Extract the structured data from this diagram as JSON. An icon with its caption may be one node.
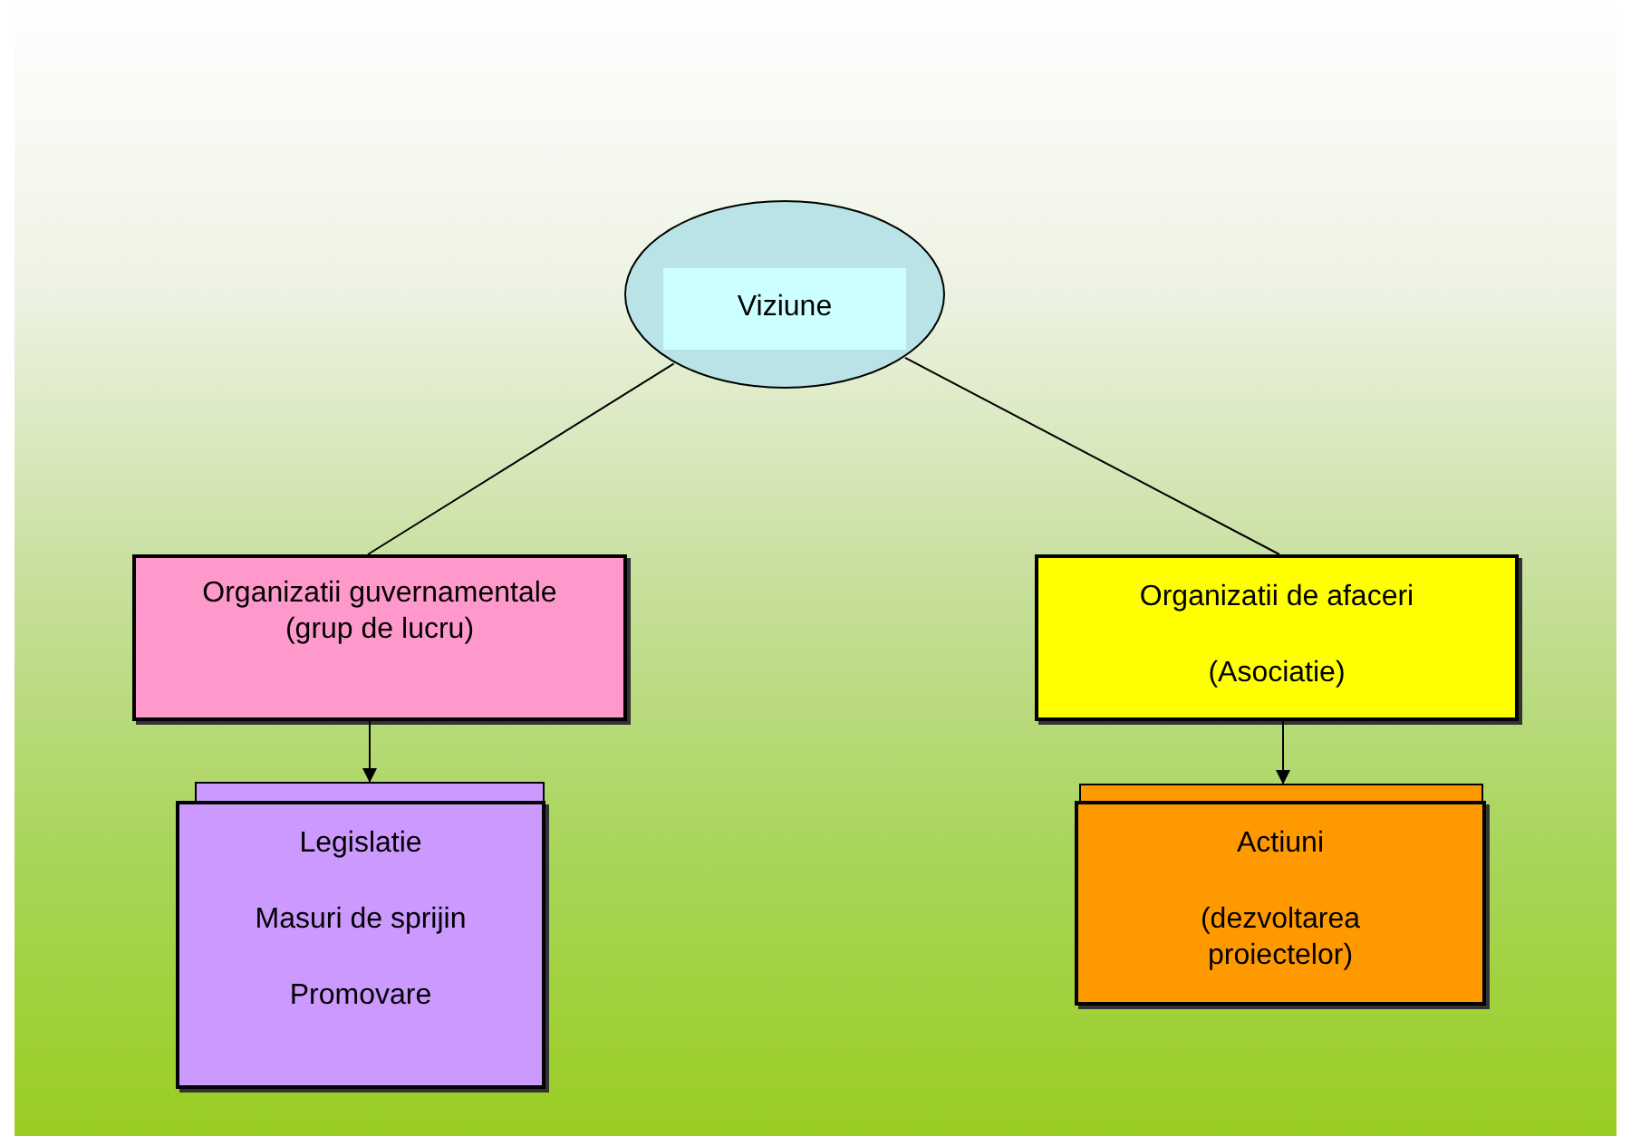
{
  "diagram": {
    "nodes": [
      {
        "text": [
          "Viziune"
        ]
      },
      {
        "text": [
          "Organizatii guvernamentale (grup de lucru)"
        ]
      },
      {
        "text": [
          "Organizatii de afaceri",
          "(Asociatie)"
        ]
      },
      {
        "text": [
          "Legislatie",
          "Masuri de sprijin",
          "Promovare"
        ]
      },
      {
        "text": [
          "Actiuni",
          "(dezvoltarea proiectelor)"
        ]
      }
    ],
    "edges": [
      {
        "from": 0,
        "to": 1,
        "arrow": "none"
      },
      {
        "from": 0,
        "to": 2,
        "arrow": "none"
      },
      {
        "from": 1,
        "to": 3,
        "arrow": "to"
      },
      {
        "from": 2,
        "to": 4,
        "arrow": "to"
      }
    ]
  }
}
